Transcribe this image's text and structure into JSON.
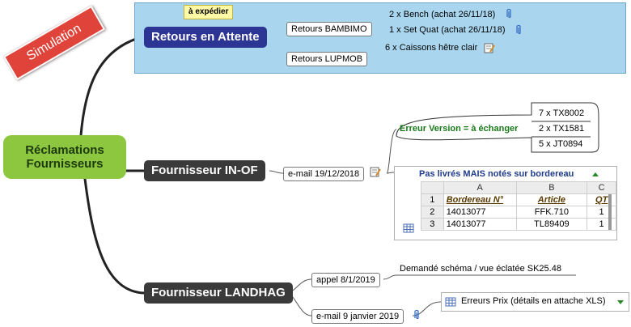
{
  "badge": {
    "label": "Simulation"
  },
  "root": {
    "line1": "Réclamations",
    "line2": "Fournisseurs"
  },
  "topics": {
    "retours": {
      "label": "Retours en Attente",
      "callout": "à expédier",
      "bambimo": {
        "label": "Retours BAMBIMO",
        "items": [
          "2 x Bench (achat 26/11/18)",
          "1 x Set Quat (achat 26/11/18)"
        ]
      },
      "lupmob": {
        "label": "Retours LUPMOB",
        "items": [
          "6 x Caissons hêtre clair"
        ]
      }
    },
    "inof": {
      "label": "Fournisseur IN-OF",
      "email": "e-mail 19/12/2018",
      "erreur": {
        "label": "Erreur Version = à échanger",
        "items": [
          "7 x TX8002",
          "2 x TX1581",
          "5 x JT0894"
        ]
      },
      "table": {
        "title": "Pas livrés MAIS notés sur bordereau",
        "col_letters": [
          "A",
          "B",
          "C"
        ],
        "headers": [
          "Bordereau N°",
          "Article",
          "QT"
        ],
        "rows": [
          {
            "num": "2",
            "bordereau": "14013077",
            "article": "FFK.710",
            "qt": "1"
          },
          {
            "num": "3",
            "bordereau": "14013077",
            "article": "TL89409",
            "qt": "1"
          }
        ],
        "header_row_num": "1"
      }
    },
    "landhag": {
      "label": "Fournisseur LANDHAG",
      "appel": "appel 8/1/2019",
      "appel_detail": "Demandé schéma / vue éclatée SK25.48",
      "email": "e-mail 9 janvier 2019",
      "email_detail": "Erreurs Prix (détails en attache XLS)"
    }
  },
  "colors": {
    "root": "#8dc63f",
    "blue_topic": "#2c3593",
    "dark_topic": "#3a3a3a",
    "group": "#a9d6ee",
    "badge": "#e0433a"
  }
}
